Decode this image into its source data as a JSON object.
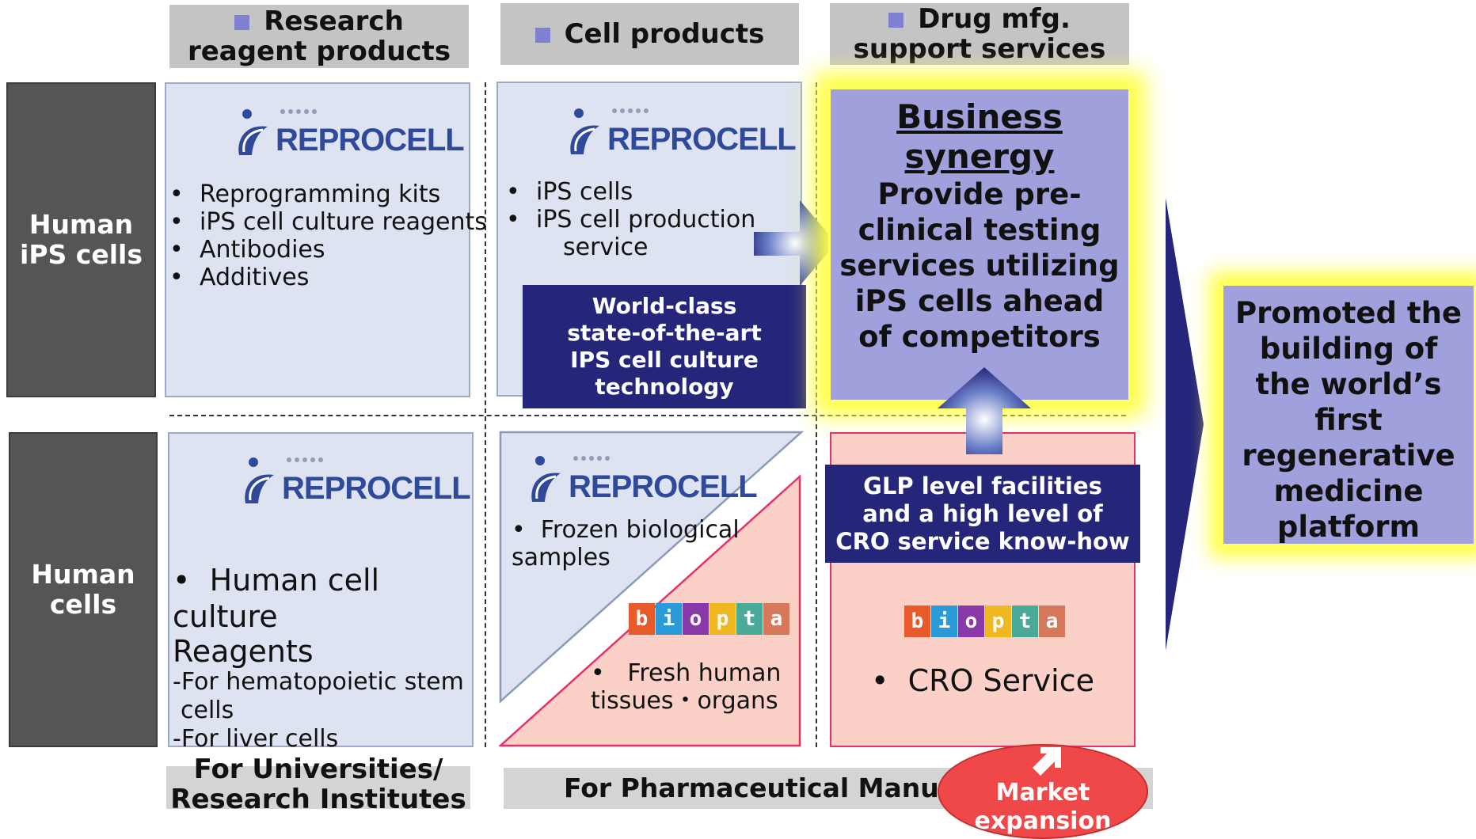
{
  "column_headers": [
    {
      "line1": "Research",
      "line2": "reagent products"
    },
    {
      "line1": "Cell products"
    },
    {
      "line1": "Drug mfg.",
      "line2": "support services"
    }
  ],
  "row_labels": [
    {
      "line1": "Human",
      "line2": "iPS cells"
    },
    {
      "line1": "Human",
      "line2": "cells"
    }
  ],
  "logos": {
    "reprocell": "REPROCELL",
    "biopta": [
      "b",
      "i",
      "o",
      "p",
      "t",
      "a"
    ]
  },
  "cells": {
    "ips_reagents": [
      "Reprogramming kits",
      "iPS cell culture reagents",
      "Antibodies",
      "Additives"
    ],
    "ips_products": [
      "iPS cells",
      "iPS cell production",
      "service"
    ],
    "human_reagents": {
      "line1": "Human cell culture",
      "line2": "Reagents",
      "sub1": "-For hematopoietic stem",
      "sub2": "cells",
      "sub3": "-For liver cells"
    },
    "human_products_top": {
      "line1": "Frozen biological",
      "line2": "samples"
    },
    "human_products_bottom": {
      "line1": "Fresh human",
      "line2": "tissues・organs"
    },
    "cro": "CRO Service"
  },
  "callouts": {
    "ips_tech": [
      "World-class",
      "state-of-the-art",
      "IPS cell culture",
      "technology"
    ],
    "glp": [
      "GLP level facilities",
      "and a high level of",
      "CRO service know-how"
    ]
  },
  "synergy": {
    "title1": "Business",
    "title2": "synergy",
    "body": [
      "Provide pre-",
      "clinical testing",
      "services utilizing",
      "iPS cells ahead",
      "of competitors"
    ]
  },
  "result": [
    "Promoted the",
    "building of",
    "the world’s",
    "first",
    "regenerative",
    "medicine",
    "platform"
  ],
  "footer": {
    "left1": "For Universities/",
    "left2": "Research Institutes",
    "right": "For Pharmaceutical Manufac"
  },
  "market": {
    "line1": "Market",
    "line2": "expansion"
  },
  "colors": {
    "navy": "#25267a",
    "synergy": "#a0a0dc",
    "pink": "#fbd0c6",
    "highlight": "#ffff40"
  },
  "icons": [
    "square-bullet-icon",
    "right-arrow-icon",
    "up-arrow-icon",
    "big-right-arrow-icon",
    "market-arrow-icon"
  ]
}
